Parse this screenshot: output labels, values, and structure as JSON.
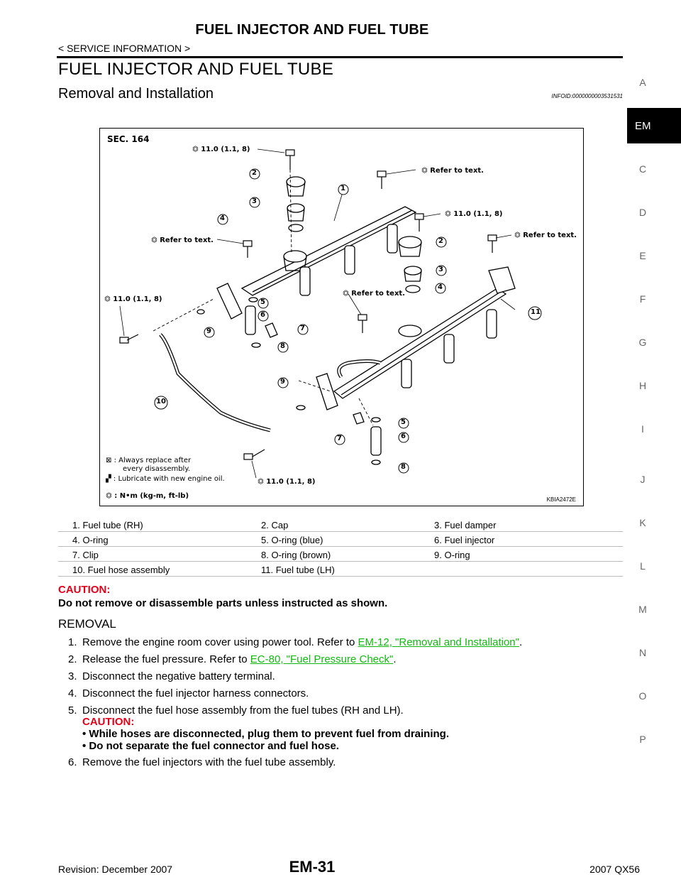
{
  "header": {
    "title": "FUEL INJECTOR AND FUEL TUBE",
    "subtitle": "< SERVICE INFORMATION >"
  },
  "section": {
    "title": "FUEL INJECTOR AND FUEL TUBE",
    "subtitle": "Removal and Installation",
    "info_id": "INFOID:0000000003531531"
  },
  "sidebar": {
    "letters": [
      "A",
      "EM",
      "C",
      "D",
      "E",
      "F",
      "G",
      "H",
      "I",
      "J",
      "K",
      "L",
      "M",
      "N",
      "O",
      "P"
    ],
    "active": "EM"
  },
  "diagram": {
    "sec": "SEC. 164",
    "torque_1": "11.0 (1.1, 8)",
    "refer_1": "Refer to text.",
    "torque_2": "11.0 (1.1, 8)",
    "refer_2": "Refer to text.",
    "refer_3": "Refer to text.",
    "torque_3": "11.0 (1.1, 8)",
    "refer_4": "Refer to text.",
    "torque_4": "11.0 (1.1, 8)",
    "key_replace_1": ": Always replace after",
    "key_replace_2": "every disassembly.",
    "key_lubricate": ": Lubricate with new engine oil.",
    "key_torque": ": N•m (kg-m, ft-lb)",
    "code": "KBIA2472E",
    "callouts": [
      "1",
      "2",
      "3",
      "4",
      "5",
      "6",
      "7",
      "8",
      "9",
      "10",
      "11",
      "2",
      "3",
      "4",
      "5",
      "6",
      "7",
      "8",
      "9"
    ]
  },
  "legend": [
    [
      "1.   Fuel tube (RH)",
      "2.   Cap",
      "3.   Fuel damper"
    ],
    [
      "4.   O-ring",
      "5.   O-ring (blue)",
      "6.   Fuel injector"
    ],
    [
      "7.   Clip",
      "8.   O-ring (brown)",
      "9.   O-ring"
    ],
    [
      "10.  Fuel hose assembly",
      "11.  Fuel tube (LH)",
      ""
    ]
  ],
  "caution": {
    "heading": "CAUTION:",
    "text": "Do not remove or disassemble parts unless instructed as shown."
  },
  "removal": {
    "heading": "REMOVAL",
    "s1_num": "1.",
    "s1_text": "Remove the engine room cover using power tool. Refer to ",
    "s1_link": "EM-12, \"Removal and Installation\"",
    "s1_end": ".",
    "s2_num": "2.",
    "s2_text": "Release the fuel pressure. Refer to ",
    "s2_link": "EC-80, \"Fuel Pressure Check\"",
    "s2_end": ".",
    "s3_num": "3.",
    "s3_text": "Disconnect the negative battery terminal.",
    "s4_num": "4.",
    "s4_text": "Disconnect the fuel injector harness connectors.",
    "s5_num": "5.",
    "s5_text": "Disconnect the fuel hose assembly from the fuel tubes (RH and LH).",
    "s5_caution": "CAUTION:",
    "s5_b1": "•  While hoses are disconnected, plug them to prevent fuel from draining.",
    "s5_b2": "•  Do not separate the fuel connector and fuel hose.",
    "s6_num": "6.",
    "s6_text": "Remove the fuel injectors with the fuel tube assembly."
  },
  "footer": {
    "revision": "Revision: December 2007",
    "page": "EM-31",
    "model": "2007 QX56"
  }
}
